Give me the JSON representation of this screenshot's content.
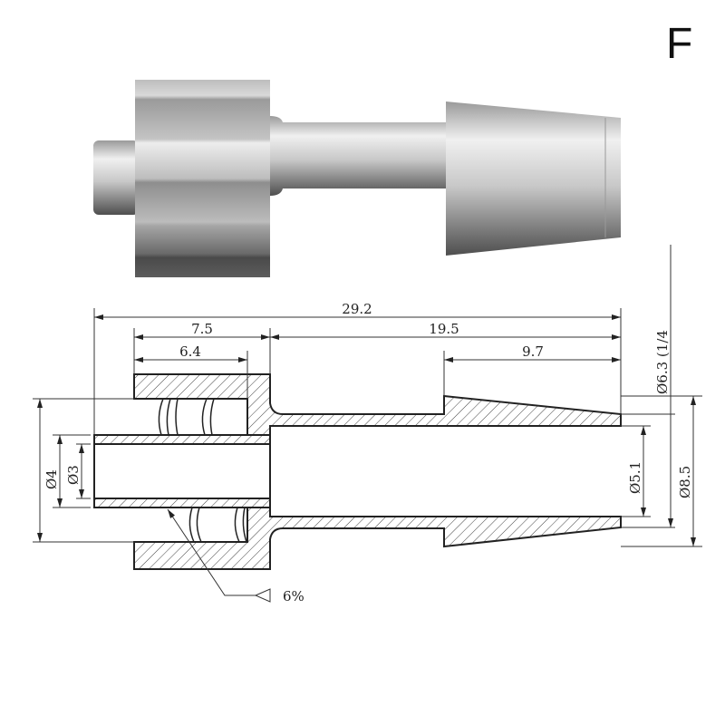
{
  "corner_label": "F",
  "dimensions": {
    "overall_length": "29.2",
    "hub_length": "7.5",
    "barb_length": "19.5",
    "thread_length": "6.4",
    "barb_taper_length": "9.7",
    "dia_barb_stem": "Ø6.3 (1/4",
    "dia_bore": "Ø5.1",
    "dia_barb_max": "Ø8.5",
    "dia_tip_outer": "Ø4",
    "dia_tip_inner": "Ø3",
    "taper": "6%"
  },
  "colors": {
    "line": "#222222",
    "render_light": "#e6e6e6",
    "render_dark": "#5a5a5a"
  }
}
